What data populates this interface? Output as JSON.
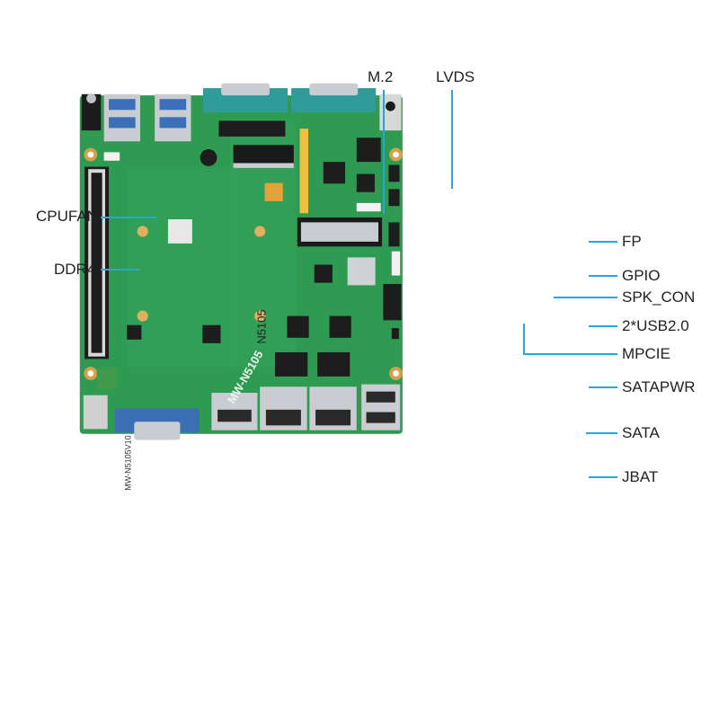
{
  "callouts": {
    "m2": "M.2",
    "lvds": "LVDS",
    "cpufan": "CPUFAN",
    "ddr4": "DDR4",
    "fp": "FP",
    "gpio": "GPIO",
    "spk_con": "SPK_CON",
    "usb20": "2*USB2.0",
    "mpcie": "MPCIE",
    "satapwr": "SATAPWR",
    "sata": "SATA",
    "jbat": "JBAT"
  },
  "board_text": {
    "model": "MW-N5105",
    "chip": "N5105",
    "sticker": "MW-N5105V10"
  },
  "colors": {
    "pcb": "#2f9a52",
    "pcb_dark": "#23803f",
    "callout_line": "#29a6d8",
    "vga_blue": "#3a6fb4",
    "com_teal": "#2f9c9a",
    "metal": "#c9ccd0"
  }
}
